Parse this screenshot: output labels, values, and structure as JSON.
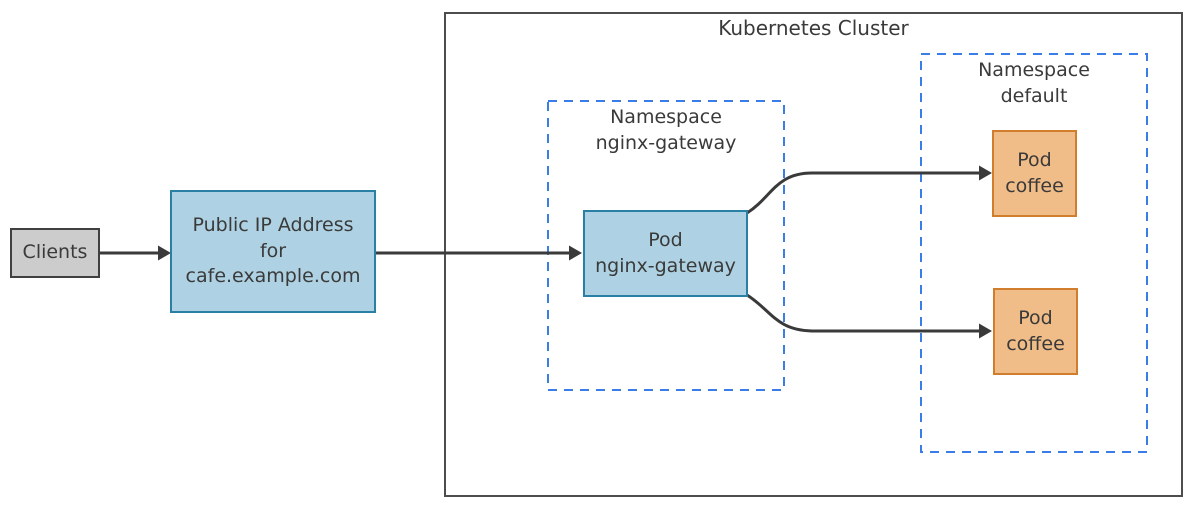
{
  "nodes": {
    "clients": {
      "label": "Clients"
    },
    "public_ip": {
      "label": "Public IP Address\nfor\ncafe.example.com"
    },
    "cluster": {
      "title": "Kubernetes Cluster"
    },
    "namespace_nginx_gateway": {
      "title": "Namespace\nnginx-gateway"
    },
    "pod_nginx_gateway": {
      "label": "Pod\nnginx-gateway"
    },
    "namespace_default": {
      "title": "Namespace\ndefault"
    },
    "pod_coffee_top": {
      "label": "Pod\ncoffee"
    },
    "pod_coffee_bottom": {
      "label": "Pod\ncoffee"
    }
  },
  "edges": [
    {
      "from": "Clients",
      "to": "Public IP Address for cafe.example.com"
    },
    {
      "from": "Public IP Address for cafe.example.com",
      "to": "Pod nginx-gateway"
    },
    {
      "from": "Pod nginx-gateway",
      "to": "Pod coffee (top)"
    },
    {
      "from": "Pod nginx-gateway",
      "to": "Pod coffee (bottom)"
    }
  ],
  "colors": {
    "blue_node_fill": "#aed2e3",
    "blue_node_border": "#2a7fa5",
    "orange_node_fill": "#f0bd88",
    "orange_node_border": "#d07e2e",
    "gray_node_fill": "#cccccc",
    "gray_node_border": "#404040",
    "namespace_dashed_border": "#3b7de8",
    "cluster_border": "#4d4d4d",
    "arrow": "#3a3a3a",
    "text": "#3a3a3a",
    "background": "#ffffff"
  }
}
